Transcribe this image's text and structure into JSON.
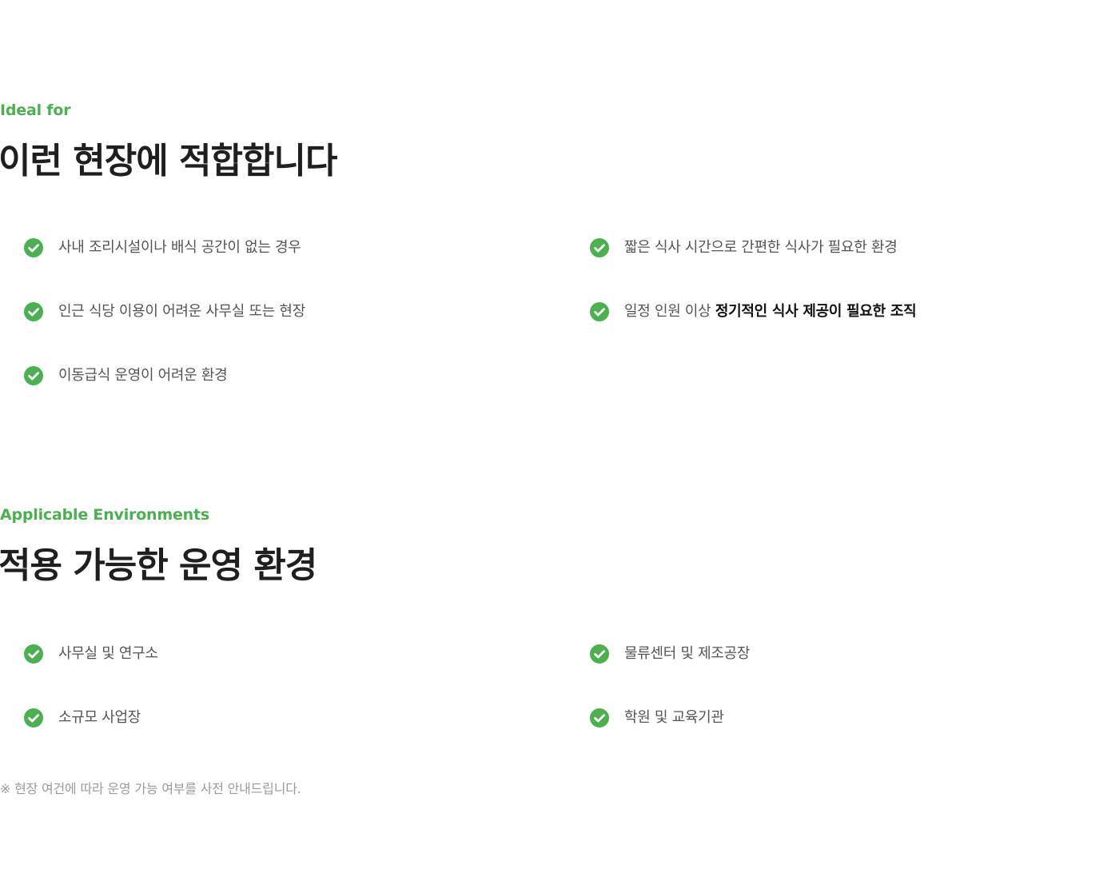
{
  "colors": {
    "accent": "#4bb04f",
    "heading": "#1f1f1f",
    "item_text": "#555555",
    "item_strong": "#111111",
    "note": "#9a9a9a",
    "background": "#ffffff"
  },
  "icons": {
    "check": "check-circle-icon"
  },
  "ideal_for": {
    "eyebrow": "Ideal for",
    "heading": "이런 현장에 적합합니다",
    "items": [
      {
        "text": "사내 조리시설이나 배식 공간이 없는 경우",
        "strong": ""
      },
      {
        "text": "짧은 식사 시간으로 간편한 식사가 필요한 환경",
        "strong": ""
      },
      {
        "text": "인근 식당 이용이 어려운 사무실 또는 현장",
        "strong": ""
      },
      {
        "text": "일정 인원 이상 ",
        "strong": "정기적인 식사 제공이 필요한 조직"
      },
      {
        "text": "이동급식 운영이 어려운 환경",
        "strong": ""
      }
    ]
  },
  "applicable_environments": {
    "eyebrow": "Applicable Environments",
    "heading": "적용 가능한 운영 환경",
    "items": [
      {
        "text": "사무실 및 연구소"
      },
      {
        "text": "물류센터 및 제조공장"
      },
      {
        "text": "소규모 사업장"
      },
      {
        "text": "학원 및 교육기관"
      }
    ],
    "note": "※ 현장 여건에 따라 운영 가능 여부를 사전 안내드립니다."
  }
}
